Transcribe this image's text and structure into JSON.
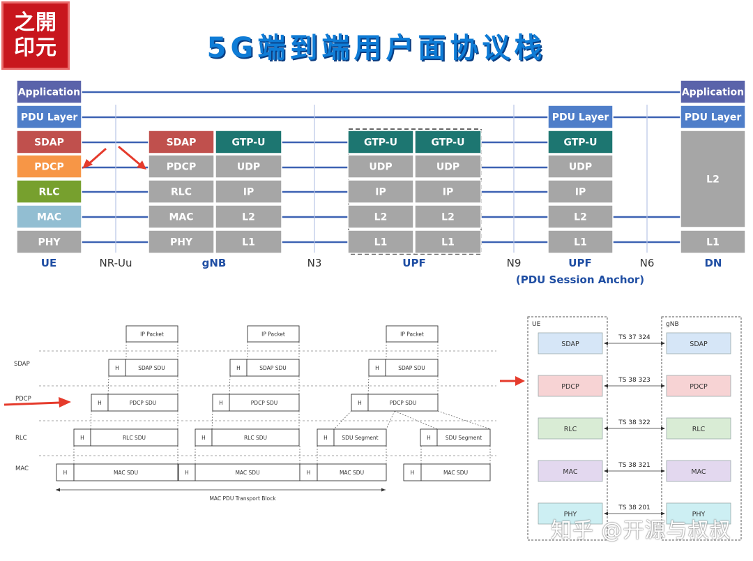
{
  "logo": {
    "line1": "之開",
    "line2": "印元"
  },
  "title": "5G端到端用户面协议栈",
  "top": {
    "ue": [
      "Application",
      "PDU Layer",
      "SDAP",
      "PDCP",
      "RLC",
      "MAC",
      "PHY"
    ],
    "gnb_left": [
      "SDAP",
      "PDCP",
      "RLC",
      "MAC",
      "PHY"
    ],
    "gnb_right": [
      "GTP-U",
      "UDP",
      "IP",
      "L2",
      "L1"
    ],
    "upf": [
      "GTP-U",
      "UDP",
      "IP",
      "L2",
      "L1"
    ],
    "upf_anchor": [
      "PDU Layer",
      "GTP-U",
      "UDP",
      "IP",
      "L2",
      "L1"
    ],
    "dn": [
      "Application",
      "PDU Layer",
      "L2",
      "L1"
    ],
    "labels": {
      "ue": "UE",
      "nr_uu": "NR-Uu",
      "gnb": "gNB",
      "n3": "N3",
      "upf": "UPF",
      "n9": "N9",
      "upf_anchor": "UPF",
      "n6": "N6",
      "dn": "DN",
      "anchor_note": "(PDU Session Anchor)"
    },
    "colors": {
      "app": "#5a63aa",
      "pdu": "#4f7ec9",
      "sdap": "#c0504d",
      "pdcp": "#f79646",
      "rlc": "#77a02e",
      "mac": "#92bed2",
      "gray": "#a6a6a6",
      "gtpu": "#1d7671",
      "line": "#3d62b3"
    }
  },
  "bottom_left": {
    "layers": [
      "SDAP",
      "PDCP",
      "RLC",
      "MAC"
    ],
    "ip_packet": "IP Packet",
    "h": "H",
    "sdap_sdu": "SDAP SDU",
    "pdcp_sdu": "PDCP SDU",
    "rlc_sdu": "RLC SDU",
    "sdu_segment": "SDU Segment",
    "mac_sdu": "MAC SDU",
    "transport_block": "MAC PDU Transport Block"
  },
  "right_panel": {
    "ue": "UE",
    "gnb": "gNB",
    "layers": [
      {
        "name": "SDAP",
        "spec": "TS 37 324",
        "color": "#d6e6f7"
      },
      {
        "name": "PDCP",
        "spec": "TS 38 323",
        "color": "#f7d3d4"
      },
      {
        "name": "RLC",
        "spec": "TS 38 322",
        "color": "#d9ecd5"
      },
      {
        "name": "MAC",
        "spec": "TS 38 321",
        "color": "#e3d8ef"
      },
      {
        "name": "PHY",
        "spec": "TS 38 201",
        "color": "#cdeff3"
      }
    ]
  },
  "watermark": "知乎 @开源与叔叔"
}
